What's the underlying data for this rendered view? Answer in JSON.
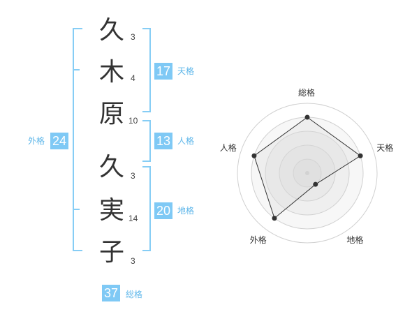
{
  "name": {
    "surname": [
      {
        "char": "久",
        "strokes": "3"
      },
      {
        "char": "木",
        "strokes": "4"
      },
      {
        "char": "原",
        "strokes": "10"
      }
    ],
    "given": [
      {
        "char": "久",
        "strokes": "3"
      },
      {
        "char": "実",
        "strokes": "14"
      },
      {
        "char": "子",
        "strokes": "3"
      }
    ]
  },
  "kakusu": {
    "tenkaku": {
      "value": "17",
      "label": "天格"
    },
    "jinkaku": {
      "value": "13",
      "label": "人格"
    },
    "chikaku": {
      "value": "20",
      "label": "地格"
    },
    "gaikaku": {
      "value": "24",
      "label": "外格"
    },
    "soukaku": {
      "value": "37",
      "label": "総格"
    }
  },
  "colors": {
    "accent": "#7fc9f5",
    "bracket": "#86cdf5",
    "label": "#5fb7ea"
  },
  "chart_data": {
    "type": "radar",
    "axes": [
      "総格",
      "天格",
      "地格",
      "外格",
      "人格"
    ],
    "levels": 5,
    "scale": [
      0,
      5
    ],
    "values": [
      4,
      4,
      1,
      4,
      4
    ]
  }
}
